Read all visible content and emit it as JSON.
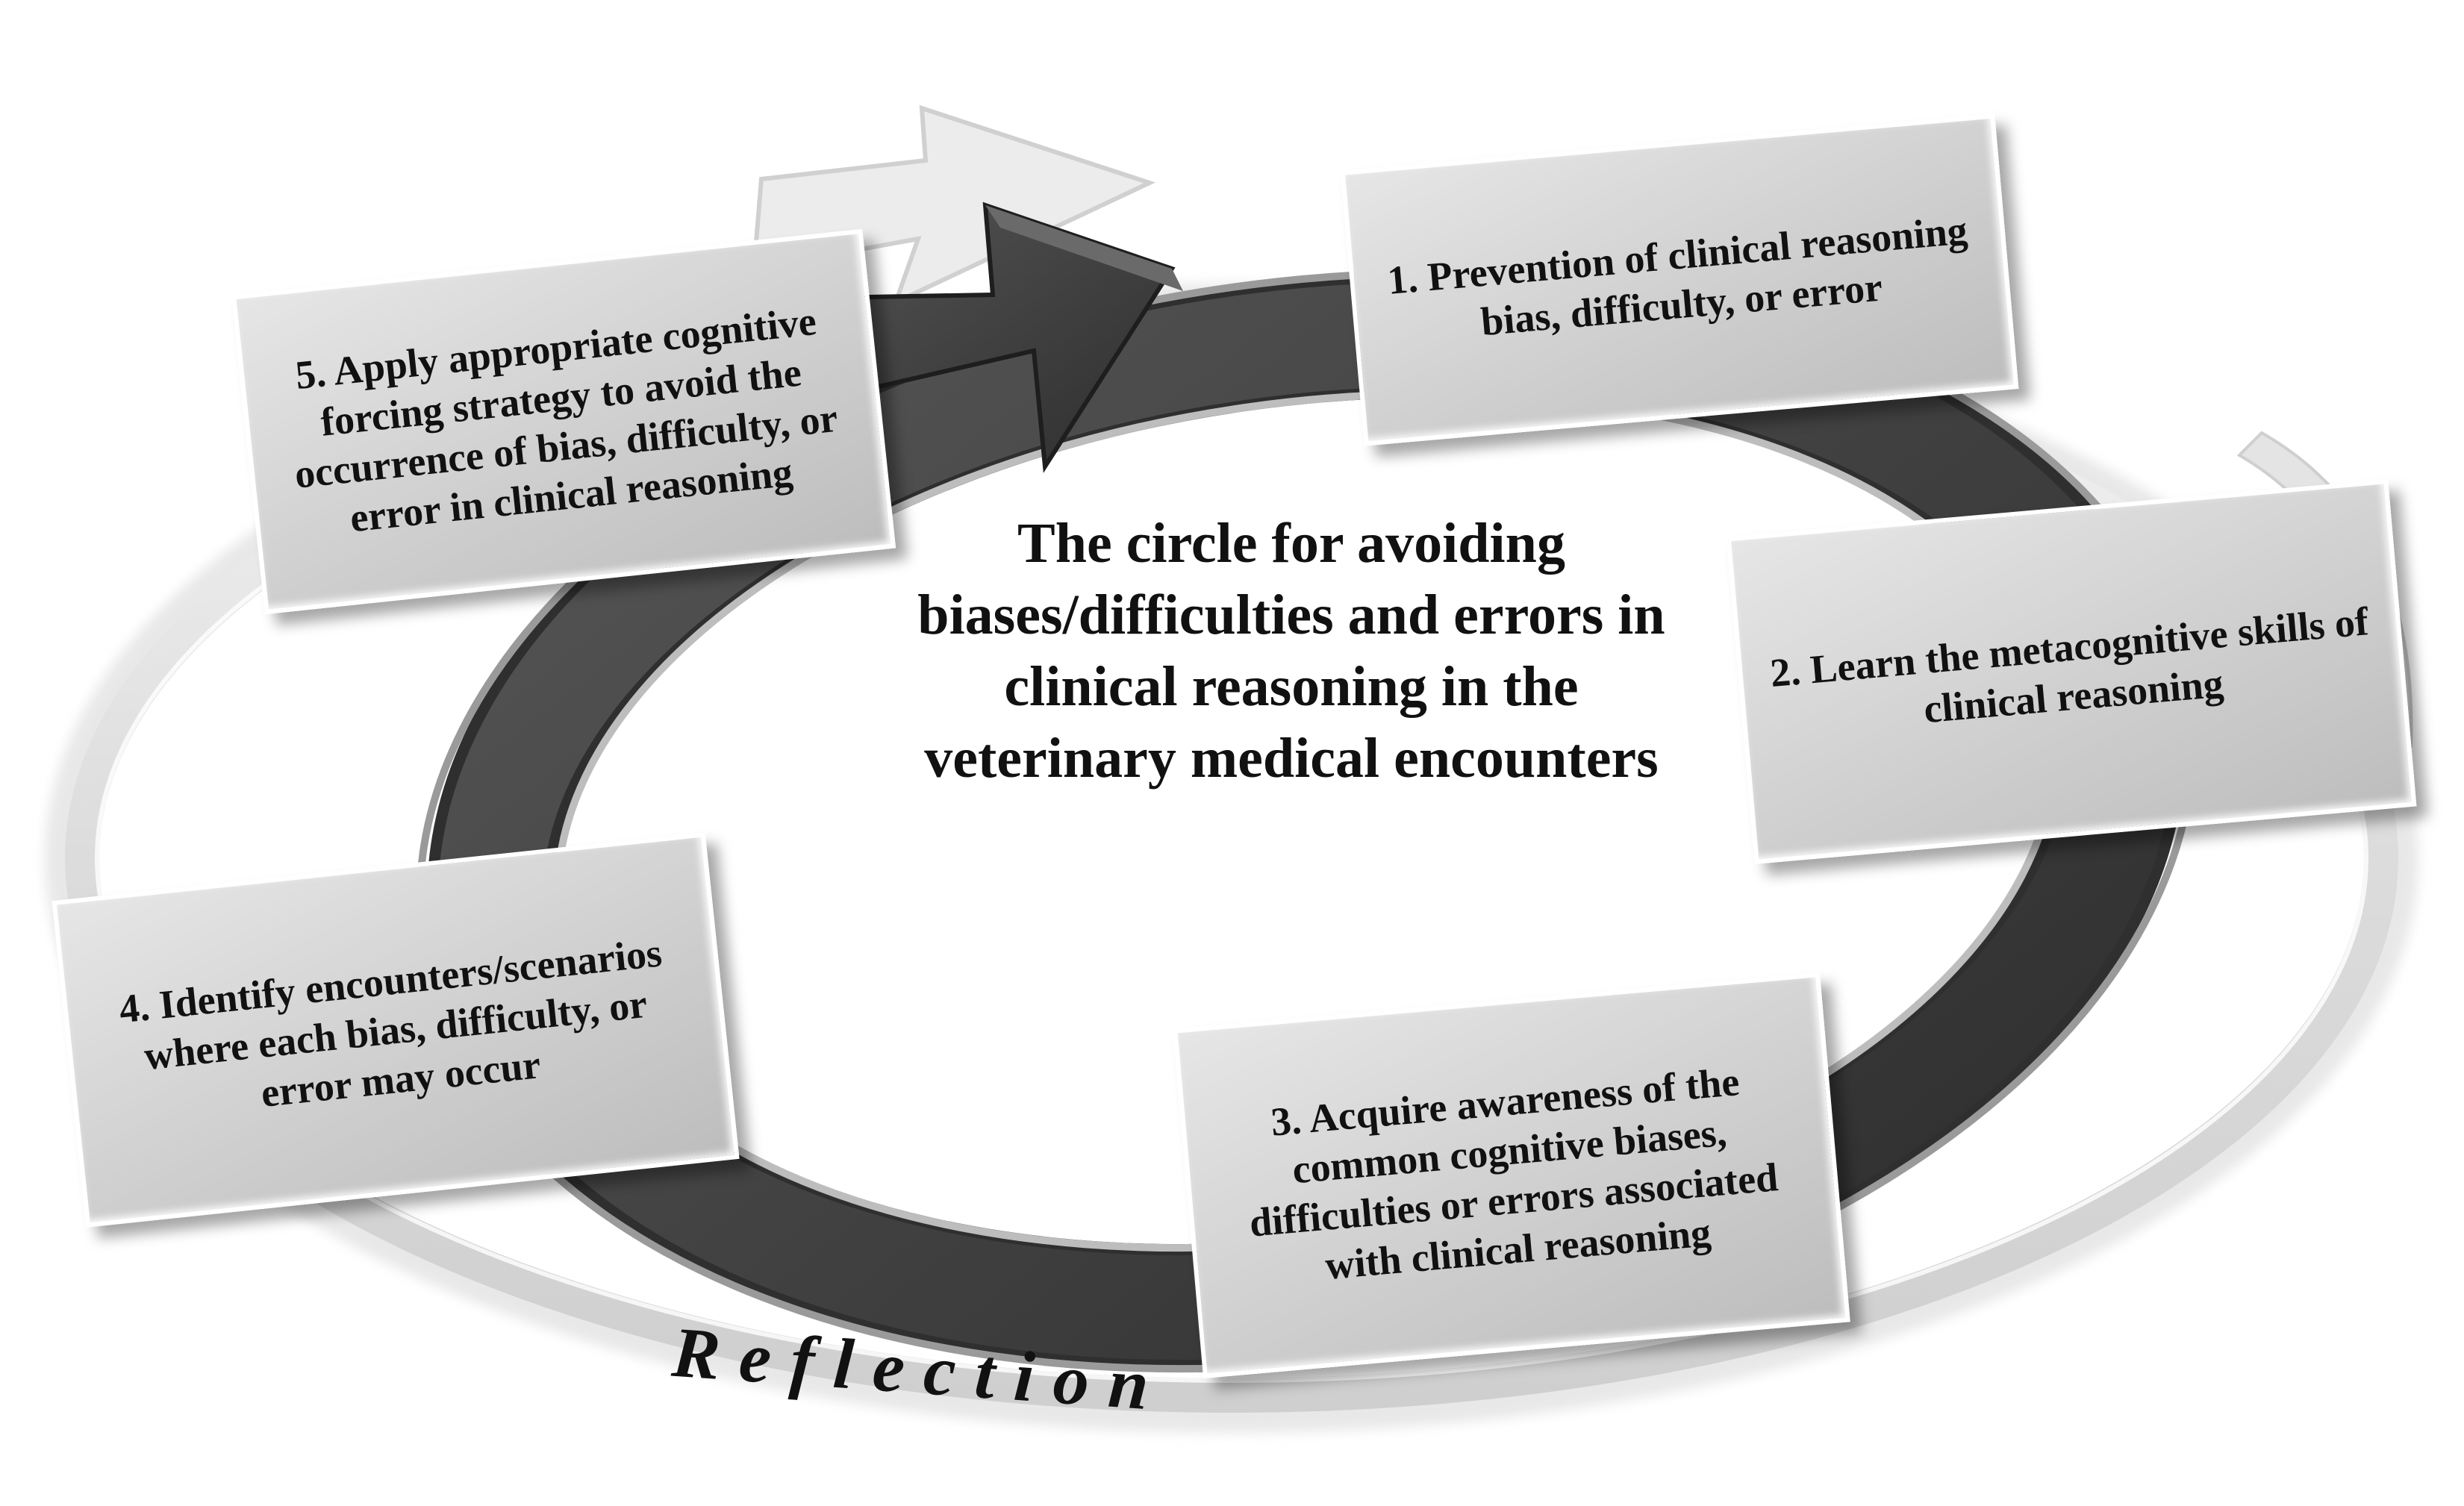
{
  "center": {
    "title": "The circle for avoiding biases/difficulties and errors in clinical reasoning in the veterinary medical encounters"
  },
  "steps": [
    {
      "label": "1. Prevention of clinical reasoning bias, difficulty, or error"
    },
    {
      "label": "2. Learn the metacognitive skills of clinical reasoning"
    },
    {
      "label": "3. Acquire awareness of the common cognitive biases, difficulties or errors associated with clinical reasoning"
    },
    {
      "label": "4. Identify encounters/scenarios where each bias, difficulty, or error may occur"
    },
    {
      "label": "5. Apply appropriate cognitive forcing strategy to avoid the occurrence of bias, difficulty, or error in clinical reasoning"
    }
  ],
  "outer_ring": {
    "label": "Reflection"
  },
  "colors": {
    "arrow_dark": "#3f3f3f",
    "box_fill": "#d2d2d2",
    "ring_light": "#e4e4e4"
  }
}
